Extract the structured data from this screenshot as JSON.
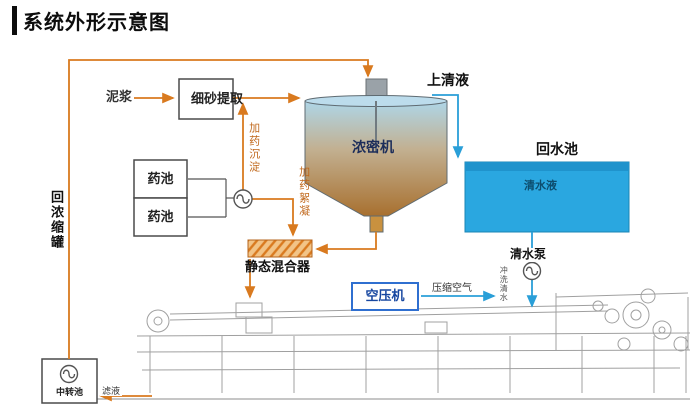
{
  "title": "系统外形示意图",
  "nodes": {
    "mud": "泥浆",
    "fine_sand_extraction": "细砂提取",
    "supernatant": "上清液",
    "thickener": "浓密机",
    "return_water_pool": "回水池",
    "clear_water": "清水液",
    "chem_pool_a": "药池",
    "chem_pool_b": "药池",
    "dosing_sedimentation": "加药沉淀",
    "dosing_flocculation": "加药絮凝",
    "static_mixer": "静态混合器",
    "return_concentration_tank": "回浓缩罐",
    "transfer_pool": "中转池",
    "clear_water_pump": "清水泵",
    "air_compressor": "空压机",
    "compressed_air": "压缩空气",
    "flush_clear_water": "冲洗清水",
    "filtrate": "滤液"
  },
  "colors": {
    "pipe_orange": "#d97a1f",
    "pipe_blue": "#2a9fd8",
    "pool_blue": "#2aa7e0",
    "thickener_gradient_top": "#aed6e8",
    "thickener_gradient_bottom": "#a8702f",
    "machine_gray": "#a0a0a0"
  }
}
